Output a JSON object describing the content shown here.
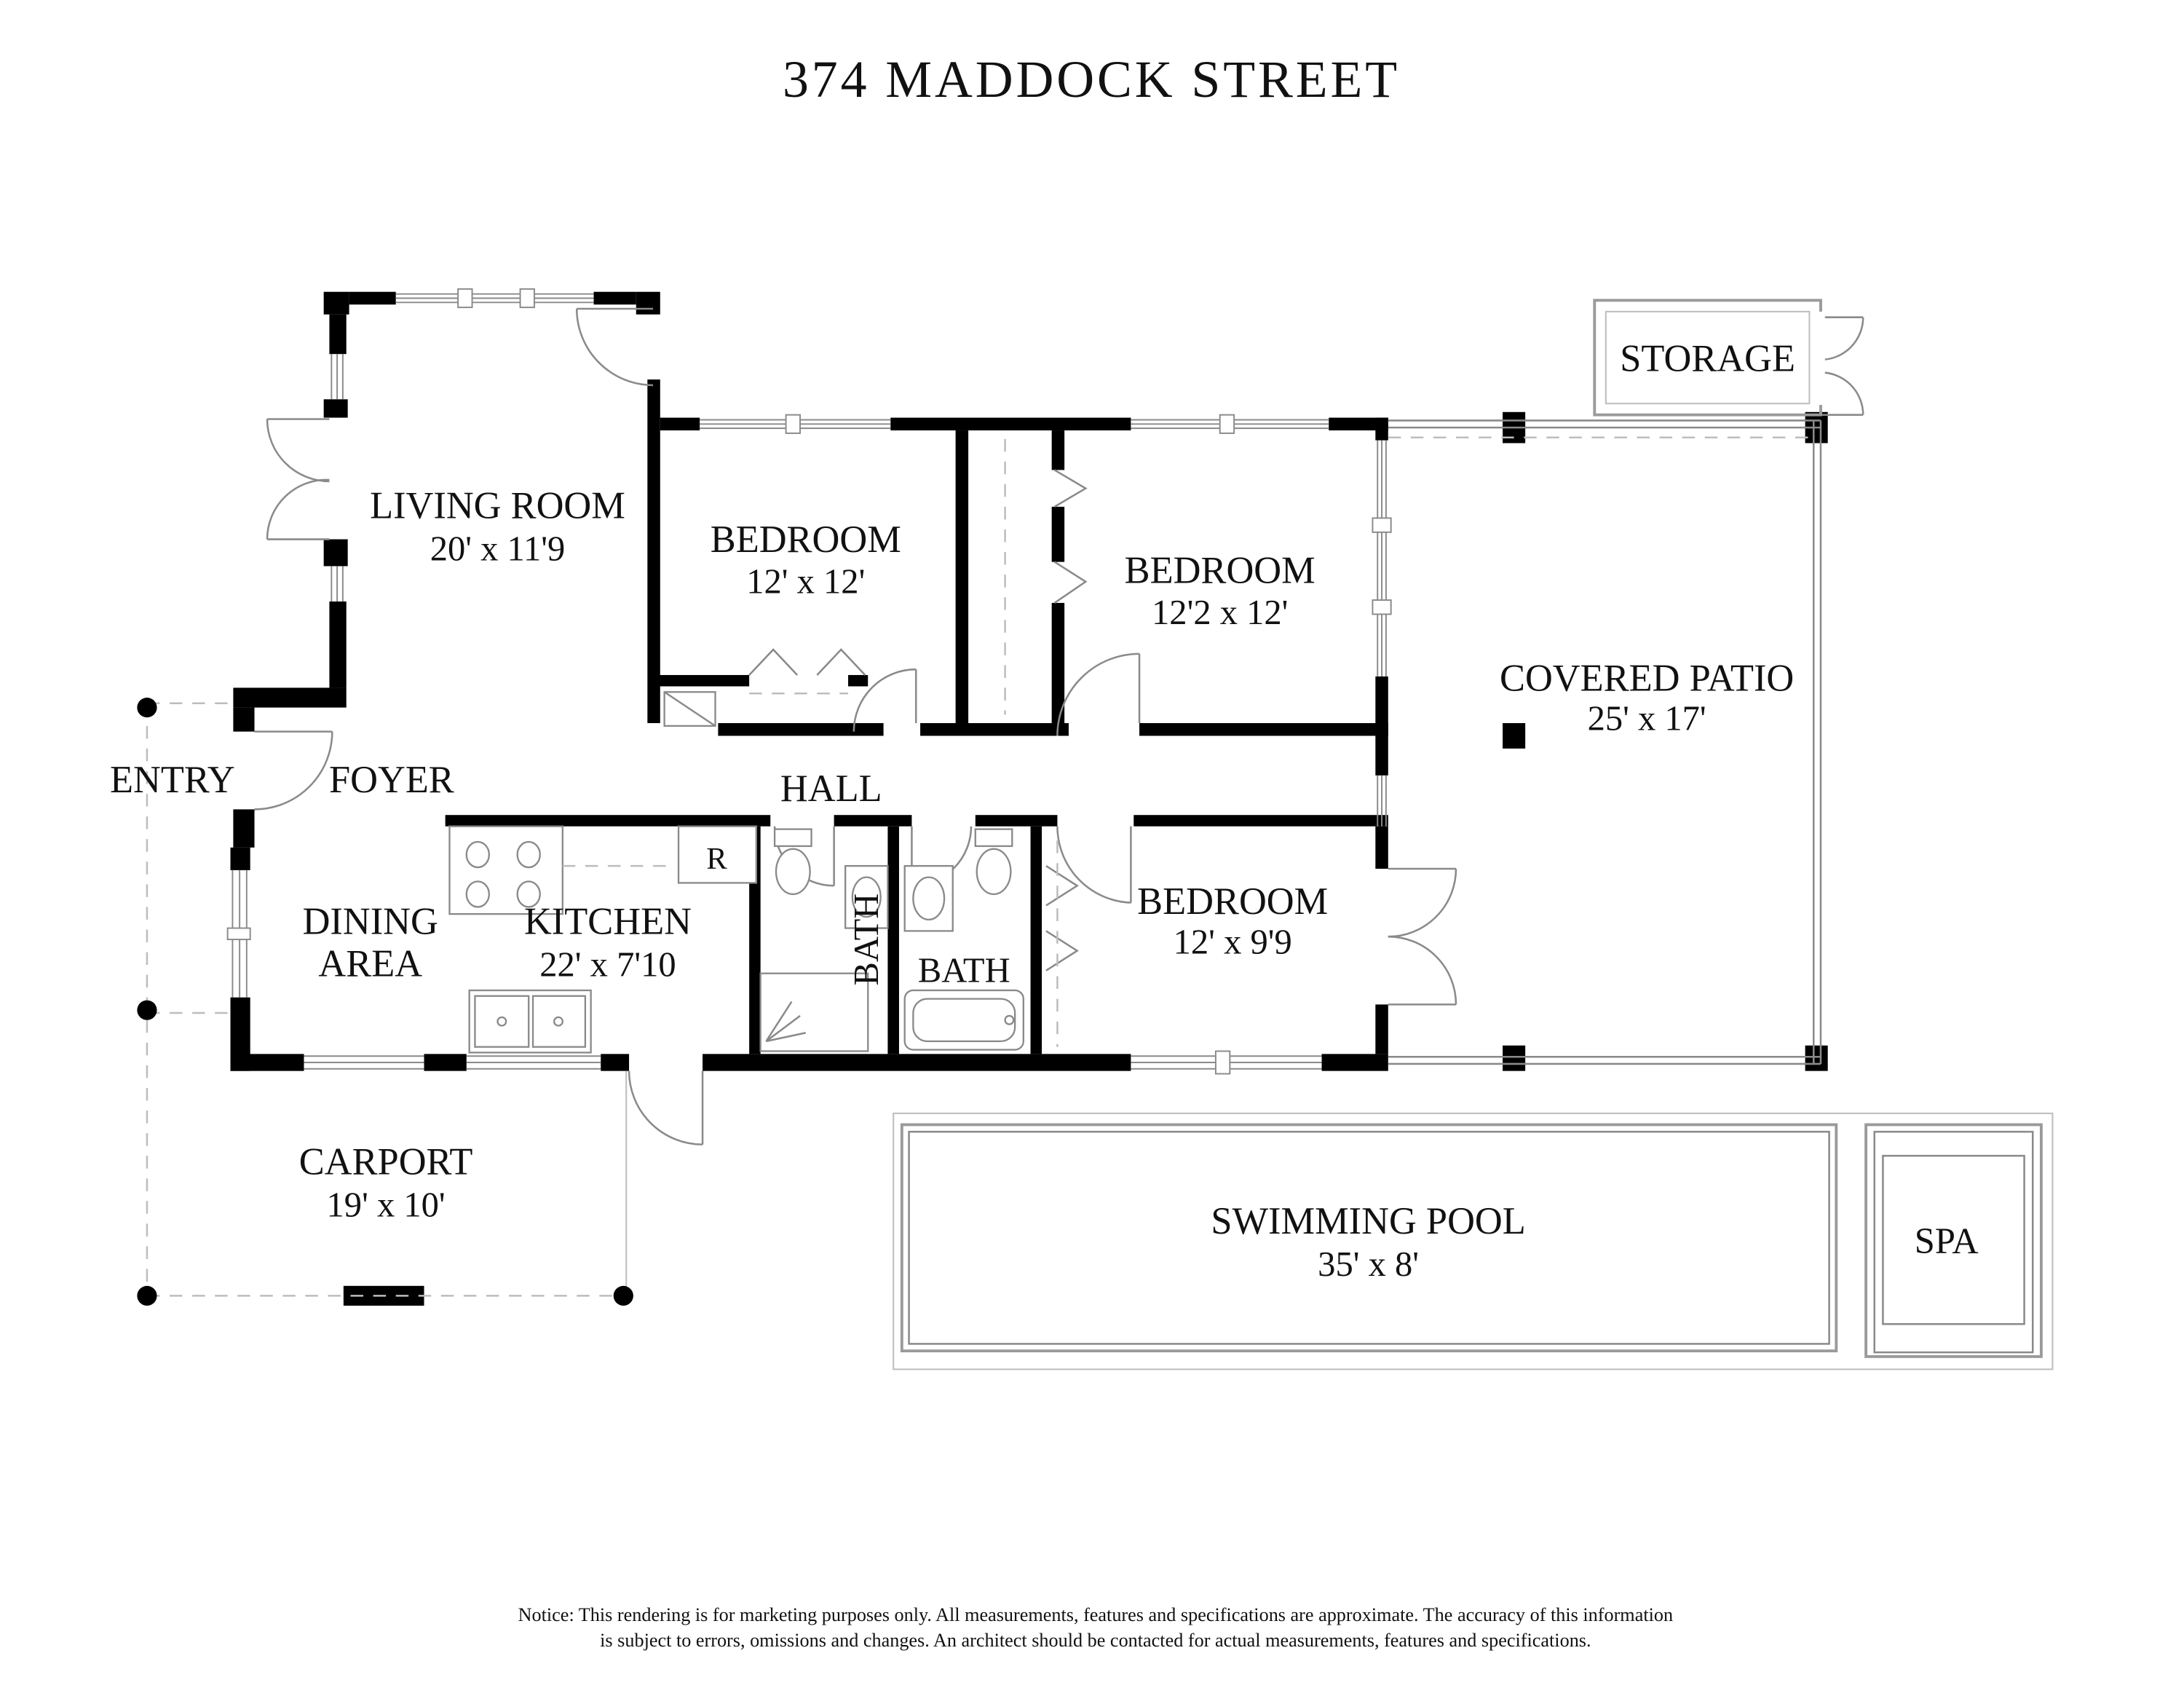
{
  "title": "374 MADDOCK STREET",
  "rooms": {
    "living_room": {
      "name": "LIVING ROOM",
      "dims": "20' x 11'9"
    },
    "bedroom1": {
      "name": "BEDROOM",
      "dims": "12' x 12'"
    },
    "bedroom2": {
      "name": "BEDROOM",
      "dims": "12'2 x 12'"
    },
    "bedroom3": {
      "name": "BEDROOM",
      "dims": "12' x 9'9"
    },
    "covered_patio": {
      "name": "COVERED PATIO",
      "dims": "25' x 17'"
    },
    "storage": {
      "name": "STORAGE"
    },
    "entry": {
      "name": "ENTRY"
    },
    "foyer": {
      "name": "FOYER"
    },
    "hall": {
      "name": "HALL"
    },
    "dining_area": {
      "line1": "DINING",
      "line2": "AREA"
    },
    "kitchen": {
      "name": "KITCHEN",
      "dims": "22' x 7'10"
    },
    "bath1": {
      "name": "BATH"
    },
    "bath2": {
      "name": "BATH"
    },
    "carport": {
      "name": "CARPORT",
      "dims": "19' x 10'"
    },
    "swimming_pool": {
      "name": "SWIMMING POOL",
      "dims": "35' x 8'"
    },
    "spa": {
      "name": "SPA"
    },
    "refrigerator": {
      "abbr": "R"
    }
  },
  "notice": {
    "line1": "Notice: This rendering is for marketing purposes only. All measurements, features and specifications are approximate. The accuracy of this information",
    "line2": "is subject to errors, omissions and changes. An architect should be contacted for actual measurements, features and specifications."
  },
  "colors": {
    "wall": "#000000",
    "line_gray": "#8a8a8a",
    "dash_gray": "#bdbdbd"
  }
}
